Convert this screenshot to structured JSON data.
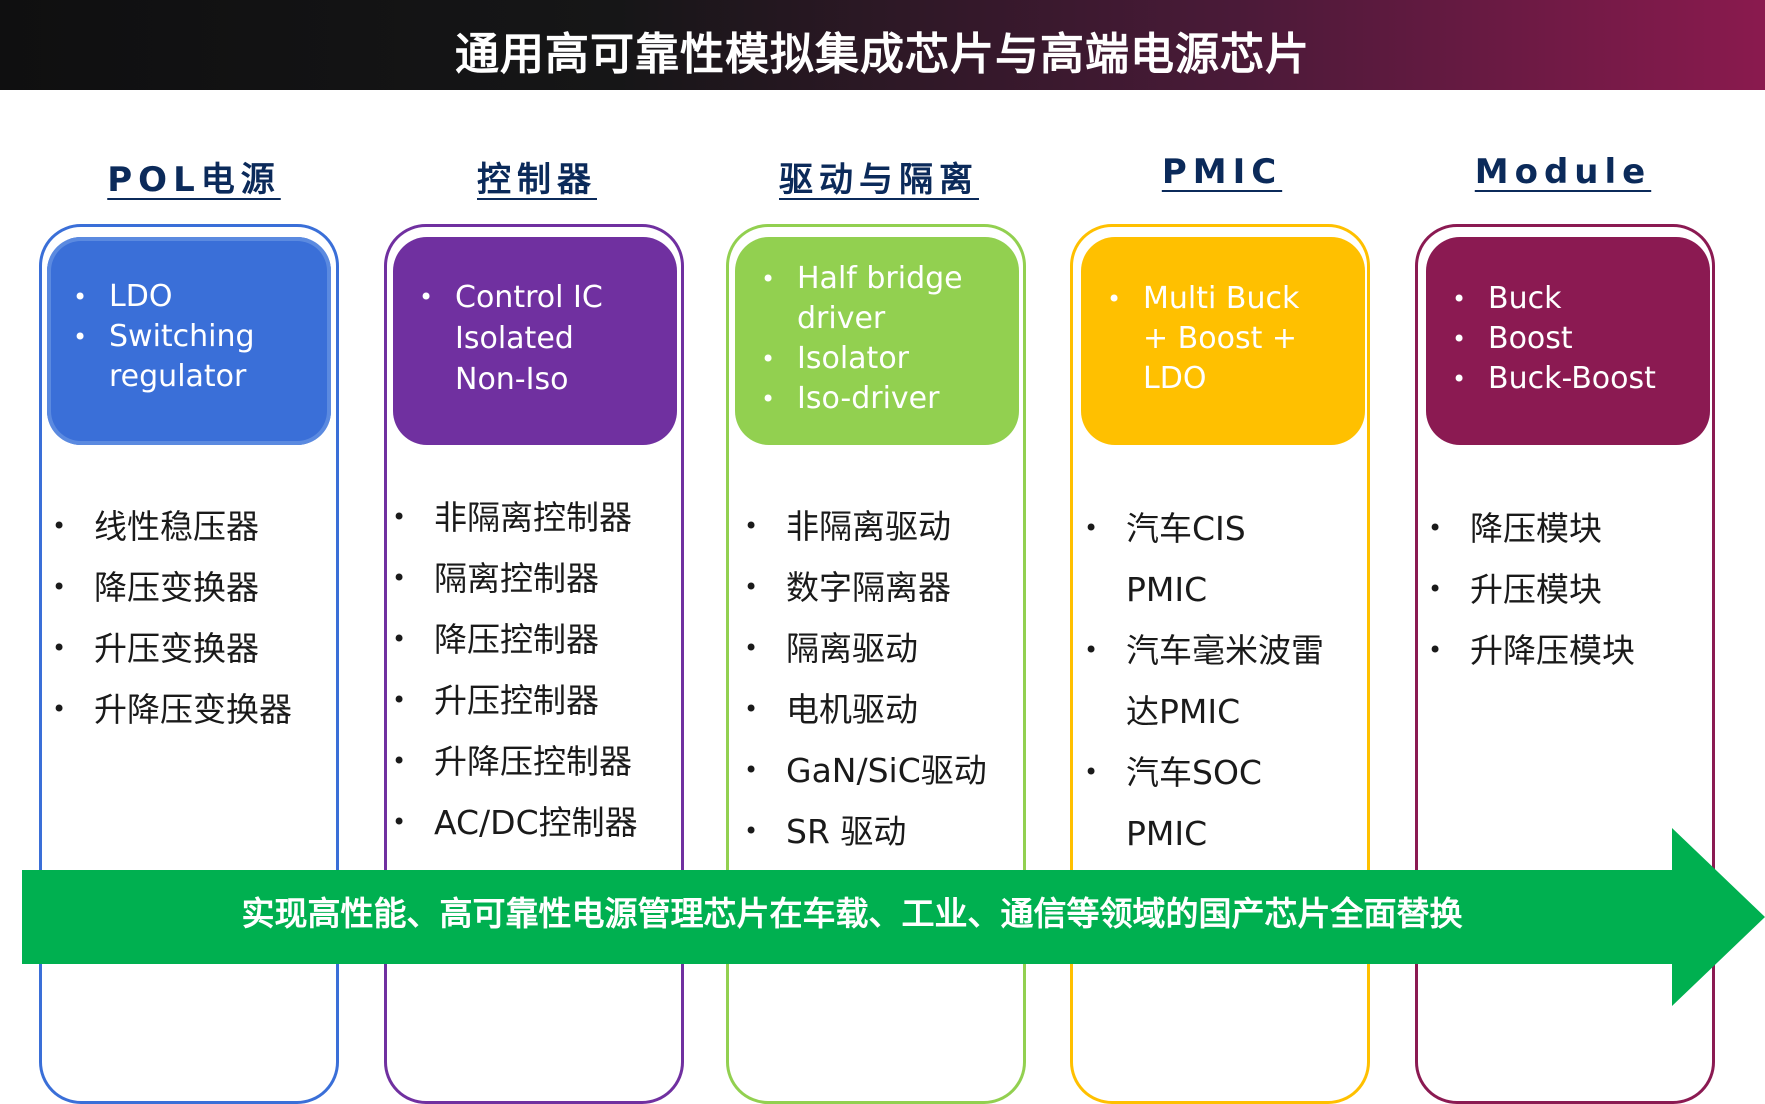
{
  "title": "通用高可靠性模拟集成芯片与高端电源芯片",
  "columns": [
    {
      "heading": "POL电源",
      "color": "#3a6fd8",
      "box": [
        "LDO",
        "Switching regulator"
      ],
      "items": [
        "线性稳压器",
        "降压变换器",
        "升压变换器",
        "升降压变换器"
      ]
    },
    {
      "heading": "控制器",
      "color": "#7030a0",
      "box": [
        "Control IC Isolated Non-Iso"
      ],
      "items": [
        "非隔离控制器",
        "隔离控制器",
        "降压控制器",
        "升压控制器",
        "升降压控制器",
        "AC/DC控制器"
      ]
    },
    {
      "heading": "驱动与隔离",
      "color": "#92d050",
      "box": [
        "Half bridge driver",
        "Isolator",
        "Iso-driver"
      ],
      "items": [
        "非隔离驱动",
        "数字隔离器",
        "隔离驱动",
        "电机驱动",
        "GaN/SiC驱动",
        "SR 驱动"
      ]
    },
    {
      "heading": "PMIC",
      "color": "#ffc000",
      "box": [
        "Multi Buck + Boost + LDO"
      ],
      "items": [
        "汽车CIS PMIC",
        "汽车毫米波雷达PMIC",
        "汽车SOC PMIC"
      ]
    },
    {
      "heading": "Module",
      "color": "#8b1a52",
      "box": [
        "Buck",
        "Boost",
        "Buck-Boost"
      ],
      "items": [
        "降压模块",
        "升压模块",
        "升降压模块"
      ]
    }
  ],
  "footer": {
    "text": "实现高性能、高可靠性电源管理芯片在车载、工业、通信等领域的国产芯片全面替换",
    "color": "#00b050"
  }
}
